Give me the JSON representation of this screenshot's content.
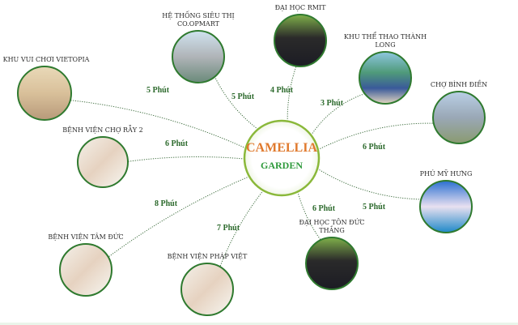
{
  "center": {
    "line1": "CAMELLIA",
    "line2": "GARDEN",
    "color1": "#e07a2e",
    "color2": "#2f9a3c"
  },
  "colors": {
    "ring": "#2f7a2f",
    "text_time": "#2e6b2e"
  },
  "places": [
    {
      "name": "KHU VUI CHƠI VIETOPIA",
      "time": "5 Phút",
      "image": "indoor-hall"
    },
    {
      "name": "HỆ THỐNG SIÊU THỊ CO.OPMART",
      "time": "5 Phút",
      "image": "shopping-cart"
    },
    {
      "name": "ĐẠI HỌC RMIT",
      "time": "4 Phút",
      "image": "graduate"
    },
    {
      "name": "KHU THỂ THAO THÀNH LONG",
      "time": "3 Phút",
      "image": "sports-building"
    },
    {
      "name": "CHỢ BÌNH ĐIỀN",
      "time": "6 Phút",
      "image": "market-gate"
    },
    {
      "name": "PHÚ MỸ HƯNG",
      "time": "5 Phút",
      "image": "city-night"
    },
    {
      "name": "ĐẠI HỌC TÔN ĐỨC THẮNG",
      "time": "6 Phút",
      "image": "graduate"
    },
    {
      "name": "BỆNH VIỆN PHÁP VIỆT",
      "time": "7 Phút",
      "image": "doctor"
    },
    {
      "name": "BỆNH VIỆN TÂM ĐỨC",
      "time": "8 Phút",
      "image": "doctor"
    },
    {
      "name": "BỆNH VIỆN CHỢ RẪY 2",
      "time": "6 Phút",
      "image": "doctor"
    }
  ]
}
